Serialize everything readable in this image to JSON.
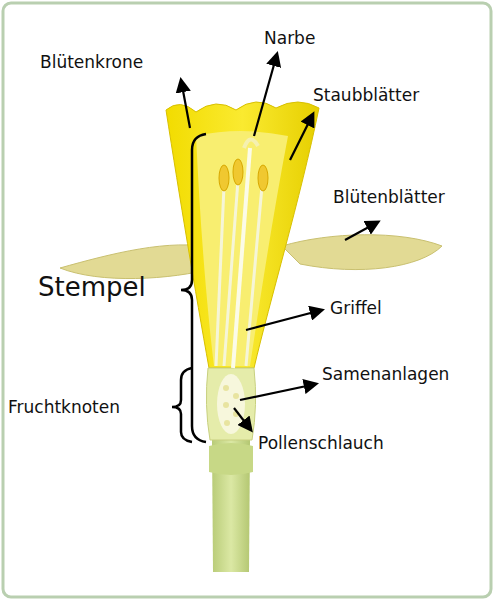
{
  "diagram": {
    "labels": [
      "Blütenkrone",
      "Narbe",
      "Staubblätter",
      "Blütenblätter",
      "Stempel",
      "Griffel",
      "Samenanlagen",
      "Fruchtknoten",
      "Pollenschlauch"
    ]
  }
}
